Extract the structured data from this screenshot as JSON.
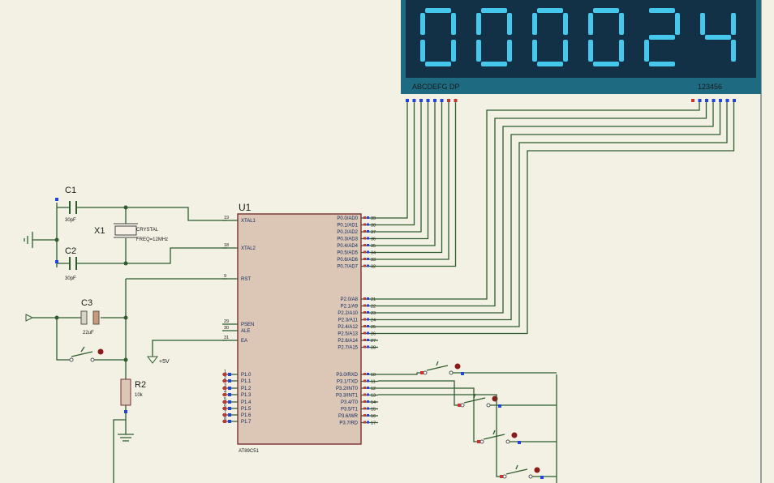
{
  "display": {
    "digits": "000024",
    "seg_labels": "ABCDEFG  DP",
    "digit_labels": "123456",
    "colors": {
      "frame": "#1e6a80",
      "glass": "#123046",
      "lit": "#46c8ec"
    }
  },
  "mcu": {
    "ref": "U1",
    "part": "AT89C51",
    "left_pins": [
      {
        "num": "19",
        "name": "XTAL1"
      },
      {
        "num": "18",
        "name": "XTAL2"
      },
      {
        "num": "9",
        "name": "RST"
      },
      {
        "num": "29",
        "name": "PSEN"
      },
      {
        "num": "30",
        "name": "ALE"
      },
      {
        "num": "31",
        "name": "EA"
      },
      {
        "num": "1",
        "name": "P1.0"
      },
      {
        "num": "2",
        "name": "P1.1"
      },
      {
        "num": "3",
        "name": "P1.2"
      },
      {
        "num": "4",
        "name": "P1.3"
      },
      {
        "num": "5",
        "name": "P1.4"
      },
      {
        "num": "6",
        "name": "P1.5"
      },
      {
        "num": "7",
        "name": "P1.6"
      },
      {
        "num": "8",
        "name": "P1.7"
      }
    ],
    "right_pins": [
      {
        "num": "39",
        "name": "P0.0/AD0"
      },
      {
        "num": "38",
        "name": "P0.1/AD1"
      },
      {
        "num": "37",
        "name": "P0.2/AD2"
      },
      {
        "num": "36",
        "name": "P0.3/AD3"
      },
      {
        "num": "35",
        "name": "P0.4/AD4"
      },
      {
        "num": "34",
        "name": "P0.5/AD5"
      },
      {
        "num": "33",
        "name": "P0.6/AD6"
      },
      {
        "num": "32",
        "name": "P0.7/AD7"
      },
      {
        "num": "21",
        "name": "P2.0/A8"
      },
      {
        "num": "22",
        "name": "P2.1/A9"
      },
      {
        "num": "23",
        "name": "P2.2/A10"
      },
      {
        "num": "24",
        "name": "P2.3/A11"
      },
      {
        "num": "25",
        "name": "P2.4/A12"
      },
      {
        "num": "26",
        "name": "P2.5/A13"
      },
      {
        "num": "27",
        "name": "P2.6/A14"
      },
      {
        "num": "28",
        "name": "P2.7/A15"
      },
      {
        "num": "10",
        "name": "P3.0/RXD"
      },
      {
        "num": "11",
        "name": "P3.1/TXD"
      },
      {
        "num": "12",
        "name": "P3.2/INT0"
      },
      {
        "num": "13",
        "name": "P3.3/INT1"
      },
      {
        "num": "14",
        "name": "P3.4/T0"
      },
      {
        "num": "15",
        "name": "P3.5/T1"
      },
      {
        "num": "16",
        "name": "P3.6/WR"
      },
      {
        "num": "17",
        "name": "P3.7/RD"
      }
    ]
  },
  "parts": {
    "c1": {
      "ref": "C1",
      "value": "30pF"
    },
    "c2": {
      "ref": "C2",
      "value": "30pF"
    },
    "c3": {
      "ref": "C3",
      "value": "22uF"
    },
    "x1": {
      "ref": "X1",
      "line1": "CRYSTAL",
      "line2": "FREQ=12MHz"
    },
    "r2": {
      "ref": "R2",
      "value": "10k"
    },
    "supply": "+5V"
  }
}
